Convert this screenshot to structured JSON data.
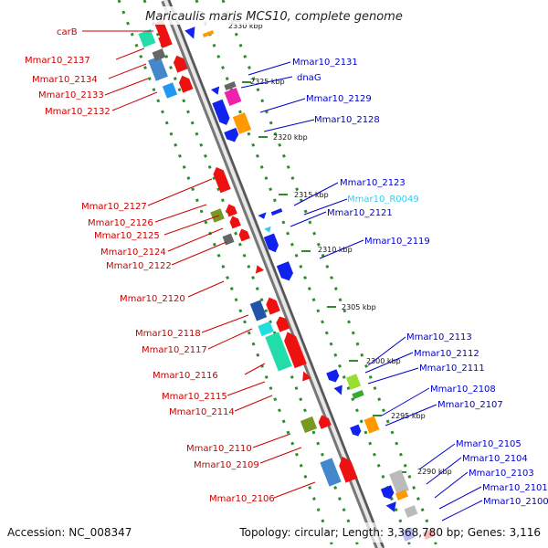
{
  "title": "Maricaulis maris MCS10, complete genome",
  "footer": {
    "accession": "Accession: NC_008347",
    "summary": "Topology: circular; Length: 3,368,780 bp; Genes: 3,116"
  },
  "colors": {
    "backbone": "#9a9a9a",
    "dotted_guides": "#2e8b2e",
    "left_labels": "#cc0000",
    "right_labels": "#0000cc",
    "rna_label": "#33ccee"
  },
  "scale_marks": [
    "2330 kbp",
    "2325 kbp",
    "2320 kbp",
    "2315 kbp",
    "2310 kbp",
    "2305 kbp",
    "2300 kbp",
    "2295 kbp",
    "2290 kbp"
  ],
  "left_genes": [
    "carB",
    "Mmar10_2137",
    "Mmar10_2134",
    "Mmar10_2133",
    "Mmar10_2132",
    "Mmar10_2127",
    "Mmar10_2126",
    "Mmar10_2125",
    "Mmar10_2124",
    "Mmar10_2122",
    "Mmar10_2120",
    "Mmar10_2118",
    "Mmar10_2117",
    "Mmar10_2116",
    "Mmar10_2115",
    "Mmar10_2114",
    "Mmar10_2110",
    "Mmar10_2109",
    "Mmar10_2106"
  ],
  "right_genes": [
    "Mmar10_2131",
    "dnaG",
    "Mmar10_2129",
    "Mmar10_2128",
    "Mmar10_2123",
    "Mmar10_R0049",
    "Mmar10_2121",
    "Mmar10_2119",
    "Mmar10_2113",
    "Mmar10_2112",
    "Mmar10_2111",
    "Mmar10_2108",
    "Mmar10_2107",
    "Mmar10_2105",
    "Mmar10_2104",
    "Mmar10_2103",
    "Mmar10_2101",
    "Mmar10_2100"
  ]
}
